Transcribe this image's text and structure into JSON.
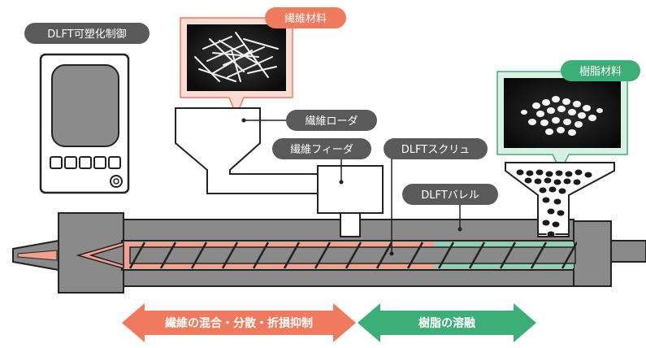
{
  "labels": {
    "control_label": "DLFT可塑化制御",
    "fiber_material": "繊維材料",
    "fiber_loader": "繊維ローダ",
    "fiber_feeder": "繊維フィーダ",
    "screw": "DLFTスクリュ",
    "barrel": "DLFTバレル",
    "resin_material": "樹脂材料"
  },
  "arrows": {
    "left_process": "繊維の混合・分散・折損抑制",
    "right_process": "樹脂の溶融"
  },
  "colors": {
    "label_pill": "#5a5a5a",
    "fiber_accent": "#f07a5e",
    "resin_accent": "#3cae78",
    "barrel_gray": "#8a8a8a",
    "fiber_zone": "#f3a08c",
    "resin_zone": "#8fd1b5"
  },
  "icons": [
    "control-panel-icon",
    "fiber-photo",
    "resin-pellets-photo"
  ]
}
